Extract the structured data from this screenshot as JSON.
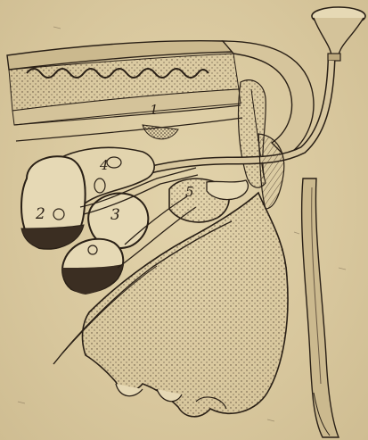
{
  "figure": {
    "labels": {
      "part_1": "1",
      "part_2": "2",
      "part_3": "3",
      "part_4": "4",
      "part_5": "5"
    },
    "colors": {
      "paper": "#d9c9a0",
      "ink": "#2a2016",
      "shade_dark": "#3b2e22",
      "shade_mid": "#8a7a62",
      "shade_light": "#b8a682",
      "fill_pale": "#e6d9b5"
    }
  }
}
